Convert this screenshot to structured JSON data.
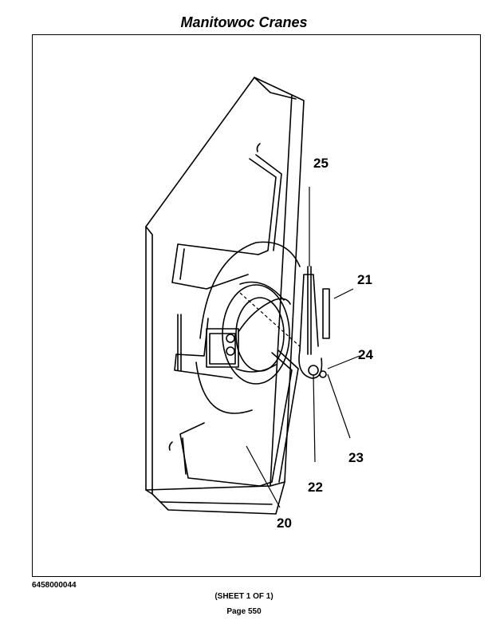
{
  "header": {
    "title": "Manitowoc Cranes"
  },
  "figure": {
    "callouts": {
      "c20": "20",
      "c21": "21",
      "c22": "22",
      "c23": "23",
      "c24": "24",
      "c25": "25"
    }
  },
  "footer": {
    "drawing_number": "6458000044",
    "sheet": "(SHEET 1 OF 1)",
    "page": "Page 550"
  }
}
